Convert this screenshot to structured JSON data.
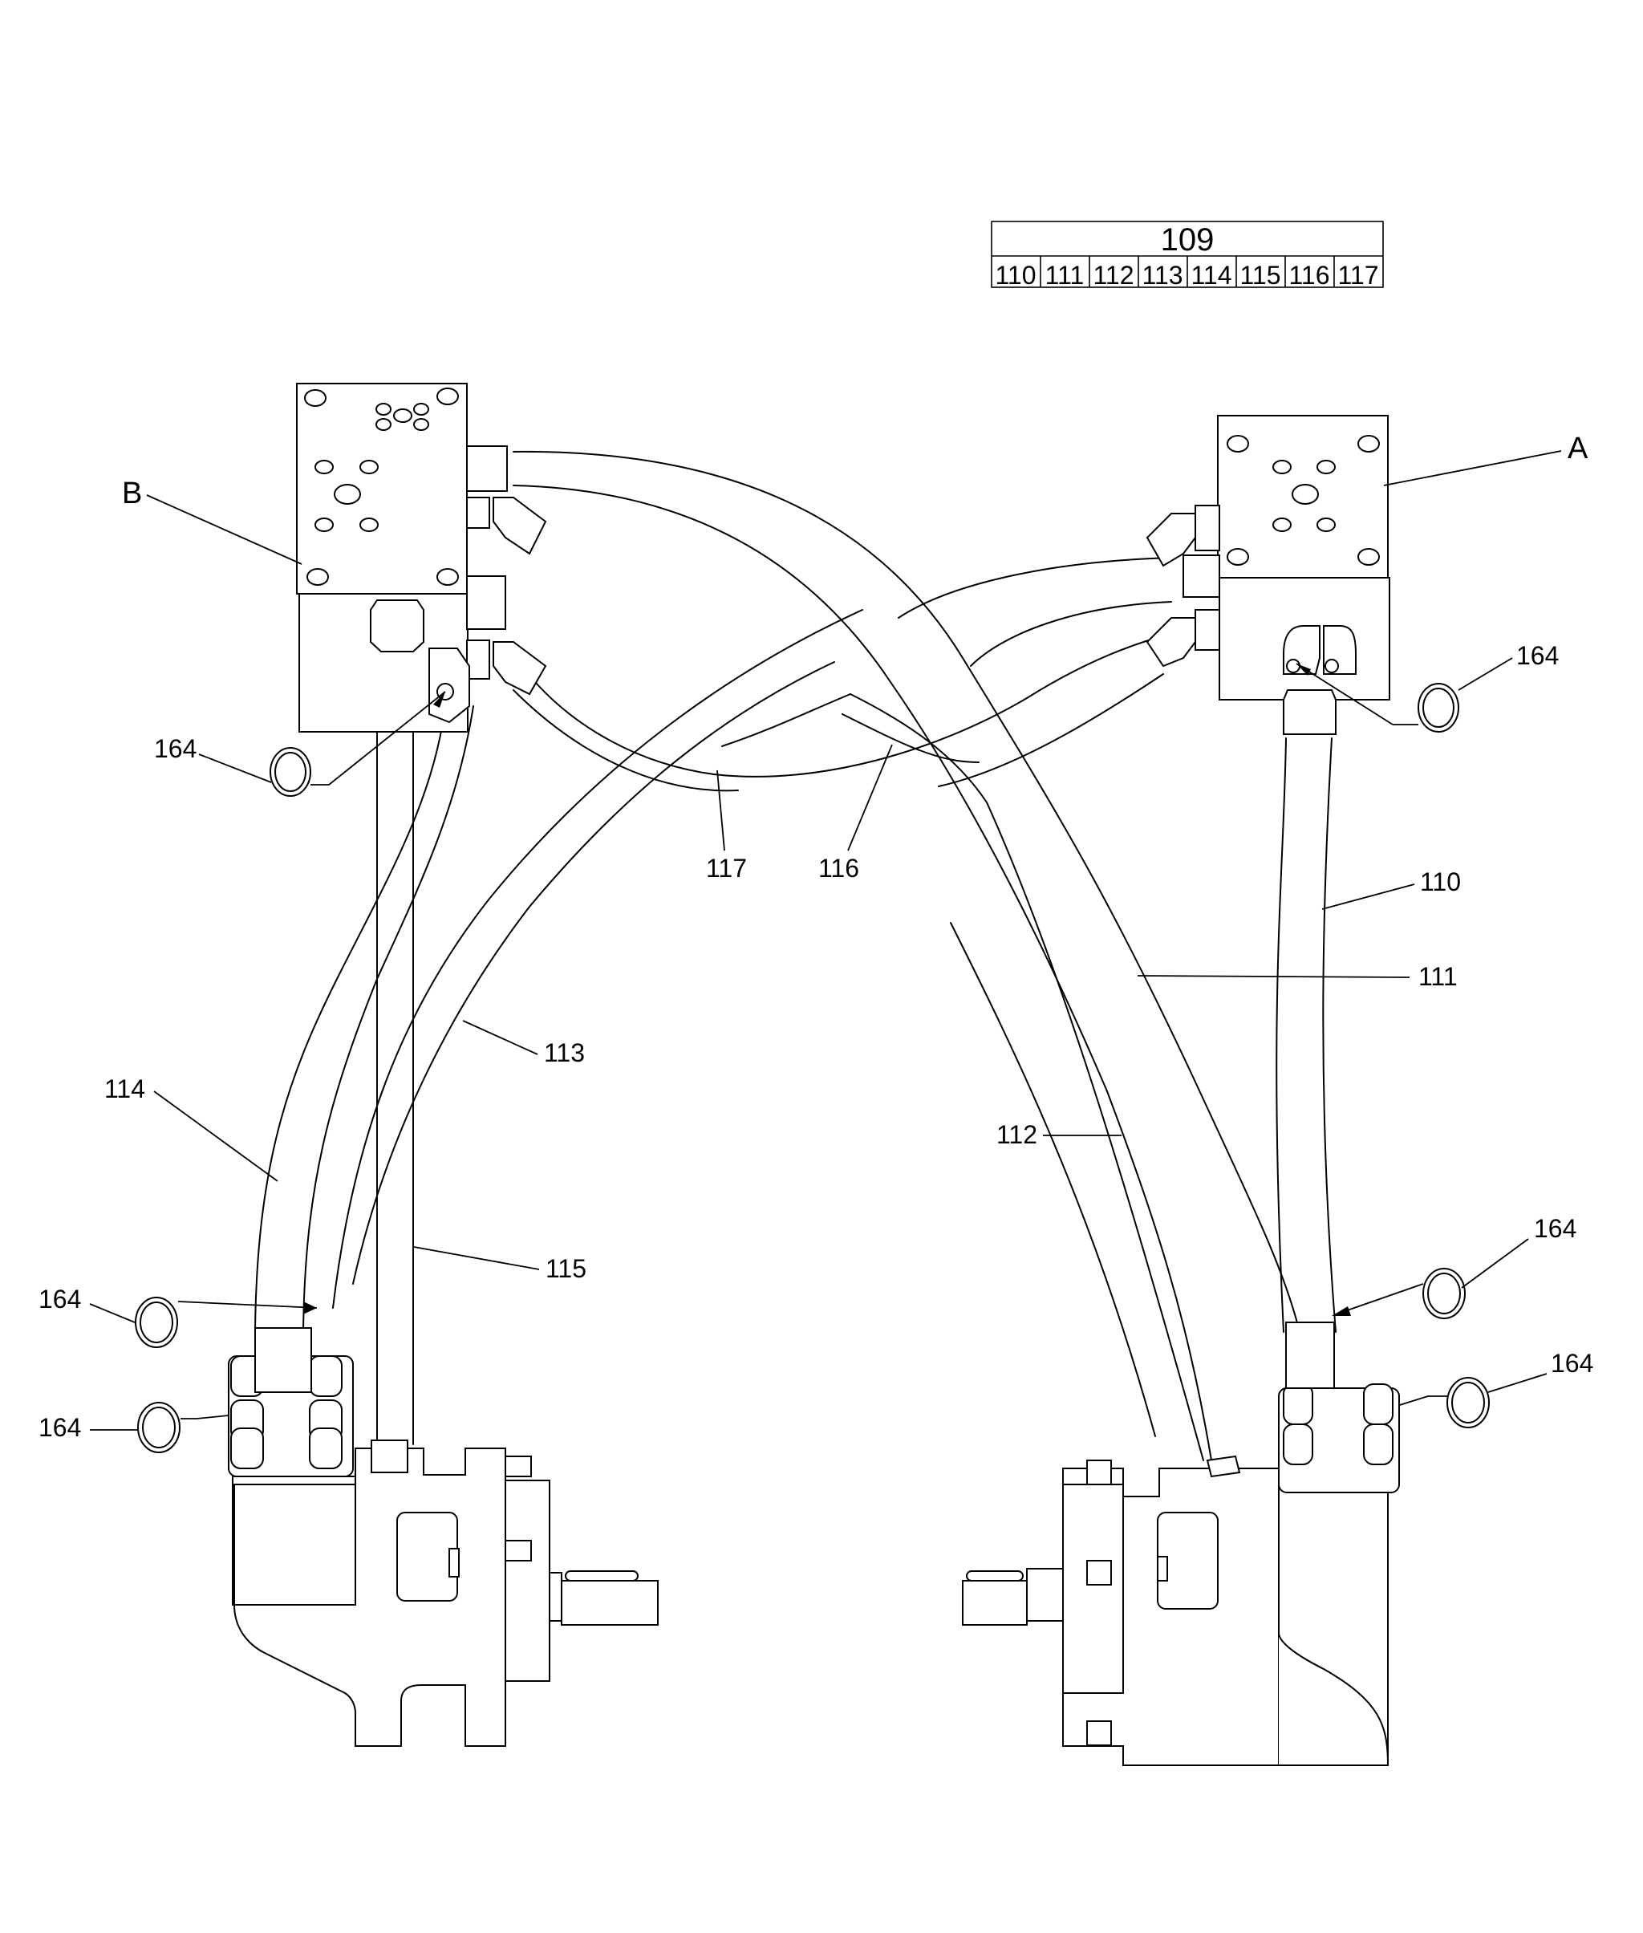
{
  "diagram": {
    "title": "Hydraulic hose assembly parts diagram",
    "kit_table": {
      "header": "109",
      "cells": [
        "110",
        "111",
        "112",
        "113",
        "114",
        "115",
        "116",
        "117"
      ]
    },
    "callouts": {
      "A": "A",
      "B": "B",
      "c110": "110",
      "c111": "111",
      "c112": "112",
      "c113": "113",
      "c114": "114",
      "c115": "115",
      "c116": "116",
      "c117": "117",
      "c164_left_block": "164",
      "c164_right_block": "164",
      "c164_left_upper": "164",
      "c164_left_lower": "164",
      "c164_right_upper": "164",
      "c164_right_lower": "164"
    },
    "components": {
      "valve_block_left": "B",
      "valve_block_right": "A",
      "pump_left": "left pump",
      "pump_right": "right pump",
      "o_ring_part": "164"
    }
  }
}
